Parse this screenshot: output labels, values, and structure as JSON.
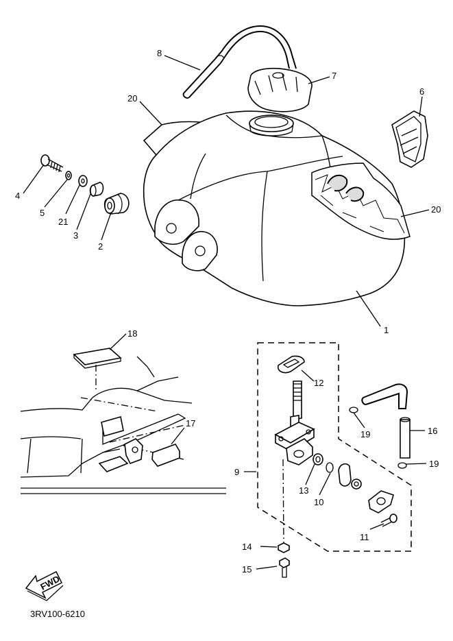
{
  "diagram_code": "3RV100-6210",
  "fwd_label": "FWD",
  "callouts": {
    "p1": "1",
    "p2": "2",
    "p3": "3",
    "p4": "4",
    "p5": "5",
    "p6": "6",
    "p7": "7",
    "p8": "8",
    "p9": "9",
    "p10": "10",
    "p11": "11",
    "p12": "12",
    "p13": "13",
    "p14": "14",
    "p15": "15",
    "p16": "16",
    "p17": "17",
    "p18": "18",
    "p19a": "19",
    "p19b": "19",
    "p20a": "20",
    "p20b": "20",
    "p21": "21"
  }
}
